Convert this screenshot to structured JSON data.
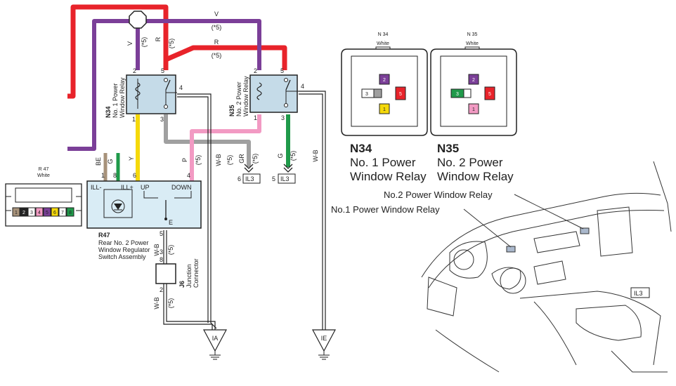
{
  "colors": {
    "violet": "#7b3f98",
    "red": "#e8232a",
    "yellow": "#f5d90a",
    "gray": "#a0a0a0",
    "pink": "#f29ac3",
    "green": "#1f9a4a",
    "brown": "#a7927a",
    "relay_fill": "#c5dbe8",
    "switch_fill": "#d9ecf5"
  },
  "wires": {
    "v": "V",
    "r": "R",
    "plus5": "(*5)",
    "y": "Y",
    "be": "BE",
    "g": "G",
    "gr": "GR",
    "p": "P",
    "wb": "W-B"
  },
  "relays": [
    {
      "code": "N34",
      "name_line1": "No. 1 Power",
      "name_line2": "Window Relay",
      "pins": [
        "2",
        "5",
        "4",
        "1",
        "3"
      ]
    },
    {
      "code": "N35",
      "name_line1": "No. 2 Power",
      "name_line2": "Window Relay",
      "pins": [
        "2",
        "5",
        "4",
        "1",
        "3"
      ]
    }
  ],
  "switch": {
    "code": "R47",
    "name_line1": "Rear No. 2 Power",
    "name_line2": "Window Regulator",
    "name_line3": "Switch Assembly",
    "terms": {
      "ill_minus": "ILL-",
      "ill_plus": "ILL+",
      "up": "UP",
      "down": "DOWN",
      "e": "E"
    },
    "pins": {
      "p1": "1",
      "p8": "8",
      "p6": "6",
      "p4": "4",
      "p5": "5"
    }
  },
  "junction": {
    "code": "J6",
    "name_line1": "Junction",
    "name_line2": "Connector",
    "pin_top_a": "3",
    "pin_top_b": "8",
    "pin_bottom": "2"
  },
  "grounds": {
    "ia": "IA",
    "ie": "IE"
  },
  "il3_refs": [
    {
      "pin": "6",
      "label": "IL3"
    },
    {
      "pin": "5",
      "label": "IL3"
    }
  ],
  "connector_r47": {
    "title": "R 47",
    "sub": "White",
    "pins": [
      "1",
      "2",
      "3",
      "4",
      "5",
      "6",
      "7",
      "8"
    ]
  },
  "connector_n34": {
    "title": "N 34",
    "sub": "White",
    "pins": [
      "2",
      "3",
      "5",
      "1"
    ]
  },
  "connector_n35": {
    "title": "N 35",
    "sub": "White",
    "pins": [
      "2",
      "3",
      "5",
      "1"
    ]
  },
  "legend": {
    "n34_code": "N34",
    "n34_line1": "No. 1 Power",
    "n34_line2": "Window Relay",
    "n35_code": "N35",
    "n35_line1": "No. 2 Power",
    "n35_line2": "Window Relay"
  },
  "location": {
    "callout_no2": "No.2 Power Window Relay",
    "callout_no1": "No.1 Power Window Relay",
    "il3_tag": "IL3"
  }
}
